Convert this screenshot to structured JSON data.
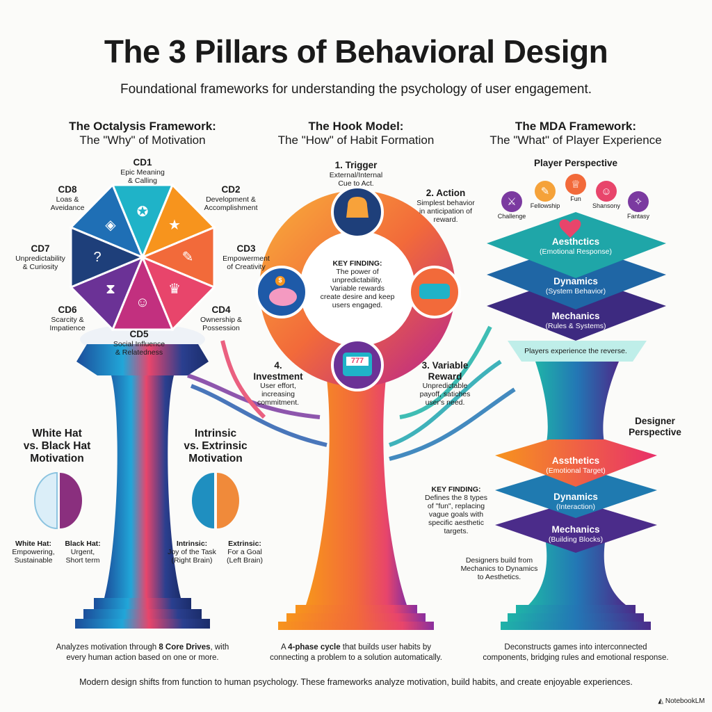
{
  "title": "The 3 Pillars of Behavioral Design",
  "subtitle": "Foundational frameworks for understanding the psychology of user engagement.",
  "colors": {
    "teal": "#1fb3c8",
    "orange": "#f7941d",
    "red": "#f26a3a",
    "pink": "#e8456b",
    "magenta": "#c2307f",
    "purple": "#6b3296",
    "navy": "#1e3f7a",
    "blue": "#1f6fb5"
  },
  "octalysis": {
    "title": "The Octalysis Framework:",
    "subtitle": "The \"Why\" of Motivation",
    "drives": [
      {
        "code": "CD1",
        "label": "Epic Meaning\n& Calling",
        "icon": "compass-icon",
        "glyph": "✪"
      },
      {
        "code": "CD2",
        "label": "Development &\nAccomplishment",
        "icon": "trophy-icon",
        "glyph": "★"
      },
      {
        "code": "CD3",
        "label": "Empowerment\nof Creativity",
        "icon": "palette-icon",
        "glyph": "✎"
      },
      {
        "code": "CD4",
        "label": "Ownership &\nPossession",
        "icon": "crown-icon",
        "glyph": "♛"
      },
      {
        "code": "CD5",
        "label": "Social Influence\n& Relatedness",
        "icon": "people-icon",
        "glyph": "☺"
      },
      {
        "code": "CD6",
        "label": "Scarcity &\nImpatience",
        "icon": "hourglass-icon",
        "glyph": "⧗"
      },
      {
        "code": "CD7",
        "label": "Unpredictability\n& Curiosity",
        "icon": "dice-question-icon",
        "glyph": "?"
      },
      {
        "code": "CD8",
        "label": "Loas &\nAveidance",
        "icon": "shield-icon",
        "glyph": "◈"
      }
    ],
    "hat": {
      "title": "White Hat\nvs. Black Hat\nMotivation",
      "white_label": "White Hat:",
      "white_desc": "Empowering,\nSustainable",
      "black_label": "Black Hat:",
      "black_desc": "Urgent,\nShort term"
    },
    "intrinsic": {
      "title": "Intrinsic\nvs. Extrinsic\nMotivation",
      "in_label": "Intrinsic:",
      "in_desc": "Joy of the Task\n(Right Brain)",
      "ex_label": "Extrinsic:",
      "ex_desc": "For a Goal\n(Left Brain)"
    },
    "caption_pre": "Analyzes motivation through ",
    "caption_bold": "8 Core Drives",
    "caption_post": ", with\nevery human action based on one or more."
  },
  "hook": {
    "title": "The Hook Model:",
    "subtitle": "The \"How\" of Habit Formation",
    "phases": [
      {
        "title": "1. Trigger",
        "desc": "External/Internal\nCue to Act.",
        "icon": "bell-icon"
      },
      {
        "title": "2. Action",
        "desc": "Simplest behavior\nin anticipation of\nreward.",
        "icon": "button-icon"
      },
      {
        "title": "3. Variable\nReward",
        "desc": "Unpredictable\npayoff, satiches\nuser's need.",
        "icon": "slot-machine-icon"
      },
      {
        "title": "4.\nInvestment",
        "desc": "User effort,\nincreasing\ncommitment.",
        "icon": "piggy-bank-icon"
      }
    ],
    "key_title": "KEY FINDING:",
    "key_text": "The power of\nunpredictability.\nVariable rewards\ncreate desire and keep\nusers engaged.",
    "slot_text": "777",
    "coin_text": "$",
    "caption_pre": "A ",
    "caption_bold": "4-phase cycle",
    "caption_post": " that builds user habits by\nconnecting a problem to a solution automatically."
  },
  "mda": {
    "title": "The MDA Framework:",
    "subtitle": "The \"What\" of Player Experience",
    "player_title": "Player Perspective",
    "fun_types": [
      {
        "label": "Challenge",
        "glyph": "⚔",
        "color": "#7b3aa0"
      },
      {
        "label": "Fellowship",
        "glyph": "✎",
        "color": "#f5a23a"
      },
      {
        "label": "Fun",
        "glyph": "♕",
        "color": "#f26a3a"
      },
      {
        "label": "Shansony",
        "glyph": "☺",
        "color": "#e8456b"
      },
      {
        "label": "Fantasy",
        "glyph": "✧",
        "color": "#7b3aa0"
      }
    ],
    "player_layers": [
      {
        "name": "Aesthctics",
        "sub": "(Emotional Response)"
      },
      {
        "name": "Dynamics",
        "sub": "(System Behavior)"
      },
      {
        "name": "Mechanics",
        "sub": "(Rules & Systems)"
      }
    ],
    "reverse_note": "Players experience the reverse.",
    "designer_title": "Designer\nPerspective",
    "designer_layers": [
      {
        "name": "Assthetics",
        "sub": "(Emotional Target)"
      },
      {
        "name": "Dynamics",
        "sub": "(Interaction)"
      },
      {
        "name": "Mechanics",
        "sub": "(Building Blocks)"
      }
    ],
    "key_title": "KEY FINDING:",
    "key_text": "Defines the 8 types\nof \"fun\", replacing\nvague goals with\nspecific aesthetic\ntargets.",
    "build_note": "Designers build from\nMechanics to Dynamics\nto Aesthetics.",
    "caption": "Deconstructs games into interconnected\ncomponents, bridging rules and emotional response."
  },
  "footer": "Modern design shifts from function to human psychology. These frameworks analyze motivation, build habits, and create enjoyable experiences.",
  "brand": "NotebookLM"
}
